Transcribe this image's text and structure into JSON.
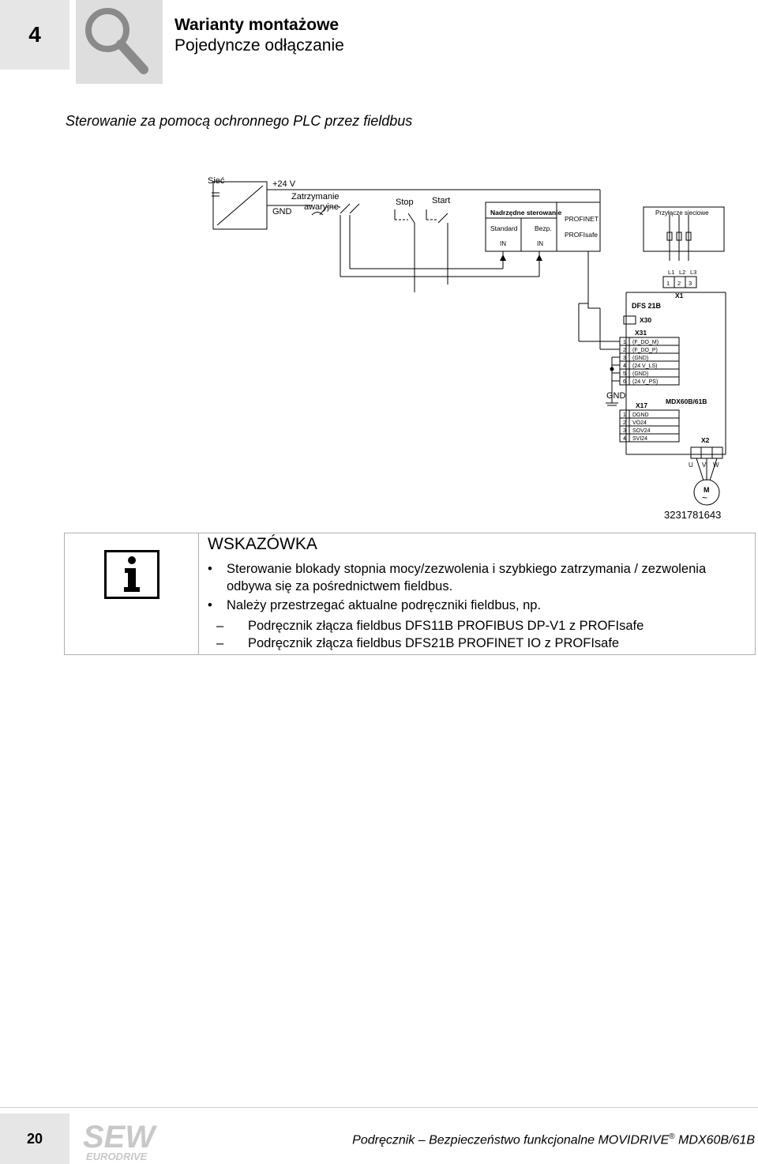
{
  "header": {
    "chapter_number": "4",
    "title": "Warianty montażowe",
    "subtitle": "Pojedyncze odłączanie"
  },
  "section": {
    "heading": "Sterowanie za pomocą ochronnego PLC przez fieldbus"
  },
  "diagram": {
    "mains": "Sieć",
    "plus24": "+24 V",
    "gnd": "GND",
    "estop_line1": "Zatrzymanie",
    "estop_line2": "awaryjne",
    "stop": "Stop",
    "start": "Start",
    "plc_title": "Nadrzędne sterowanie",
    "plc_standard": "Standard",
    "plc_safe": "Bezp.",
    "plc_in1": "IN",
    "plc_in2": "IN",
    "profinet": "PROFINET",
    "profisafe": "PROFIsafe",
    "mains_connection": "Przyłącze sieciowe",
    "l1": "L1",
    "l2": "L2",
    "l3": "L3",
    "n1": "1",
    "n2": "2",
    "n3": "3",
    "x1": "X1",
    "dfs": "DFS 21B",
    "x30": "X30",
    "x31": "X31",
    "x31_nums": [
      "1",
      "2",
      "3",
      "4",
      "5",
      "6"
    ],
    "x31_rows": [
      "(F_DO_M)",
      "(F_DO_P)",
      "(GND)",
      "(24 V_LS)",
      "(GND)",
      "(24 V_PS)"
    ],
    "gnd2": "GND",
    "x17": "X17",
    "x17_nums": [
      "1",
      "2",
      "3",
      "4"
    ],
    "x17_rows": [
      "DGND",
      "VO24",
      "SOV24",
      "SVI24"
    ],
    "mdx": "MDX60B/61B",
    "x2": "X2",
    "u": "U",
    "v": "V",
    "w": "W",
    "motor": "M",
    "motor_tilde": "~",
    "figure_id": "3231781643"
  },
  "note": {
    "title": "WSKAZÓWKA",
    "bullet_char": "•",
    "dash_char": "–",
    "bullet1_line1": "Sterowanie blokady stopnia mocy/zezwolenia i szybkiego zatrzymania / zezwolenia",
    "bullet1_line2": "odbywa się za pośrednictwem fieldbus.",
    "bullet2": "Należy przestrzegać aktualne podręczniki fieldbus, np.",
    "sub1": "Podręcznik złącza fieldbus DFS11B PROFIBUS DP-V1 z PROFIsafe",
    "sub2": "Podręcznik złącza fieldbus DFS21B PROFINET IO z PROFIsafe"
  },
  "footer": {
    "page_number": "20",
    "logo_top": "SEW",
    "logo_bottom": "EURODRIVE",
    "text_left": "Podręcznik – Bezpieczeństwo funkcjonalne MOVIDRIVE",
    "text_reg": "®",
    "text_right": " MDX60B/61B"
  },
  "colors": {
    "gray_box": "#e6e6e6",
    "icon_gray": "#8a8a8a",
    "logo_gray": "#c8c8c8"
  }
}
